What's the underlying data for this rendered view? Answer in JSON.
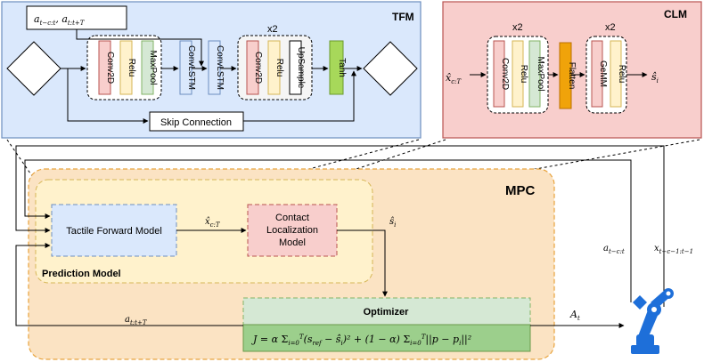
{
  "tfm": {
    "title": "TFM",
    "input_label": "a_{t-c:t}, a_{t:t+T}",
    "x2_label": "x2",
    "blocks": [
      "Conv2D",
      "Relu",
      "MaxPool",
      "ConvLSTM",
      "ConvLSTM",
      "Conv2D",
      "Relu",
      "UpSample",
      "Tanh"
    ],
    "skip_label": "Skip Connection"
  },
  "clm": {
    "title": "CLM",
    "input_label": "x̂_{c:T}",
    "x2_left": "x2",
    "x2_right": "x2",
    "blocks": [
      "Conv2D",
      "Relu",
      "MaxPool",
      "Flatten",
      "GeMM",
      "Relu"
    ],
    "output_label": "ŝ_i"
  },
  "mpc": {
    "title": "MPC",
    "prediction_model_title": "Prediction Model",
    "tactile_forward_model": "Tactile Forward Model",
    "contact_localization_model": [
      "Contact",
      "Localization",
      "Model"
    ],
    "x_hat_label": "x̂_{c:T}",
    "s_hat_label": "ŝ_i",
    "optimizer_title": "Optimizer",
    "cost_equation": "J = α Σ_{i=0}^{T} (s_ref − ŝ_i)² + (1 − α) Σ_{i=0}^{T} ||p − p_i||²"
  },
  "signals": {
    "a_future": "a_{t:t+T}",
    "A_t": "A_t",
    "a_past": "a_{t-c:t}",
    "x_past": "x_{t-c-1:t-1}"
  },
  "colors": {
    "tfm_bg": "#dae8fc",
    "clm_bg": "#f8cecc",
    "mpc_bg": "#fbe3c3",
    "prediction_bg": "#fff2cc",
    "optimizer_bg": "#d5e8d4",
    "conv_fill": "#f8cecc",
    "relu_fill": "#fff2cc",
    "pool_fill": "#d5e8d4",
    "tanh_fill": "#a7d85a",
    "flatten_fill": "#f0a30a",
    "robot_blue": "#1e6fd9"
  }
}
